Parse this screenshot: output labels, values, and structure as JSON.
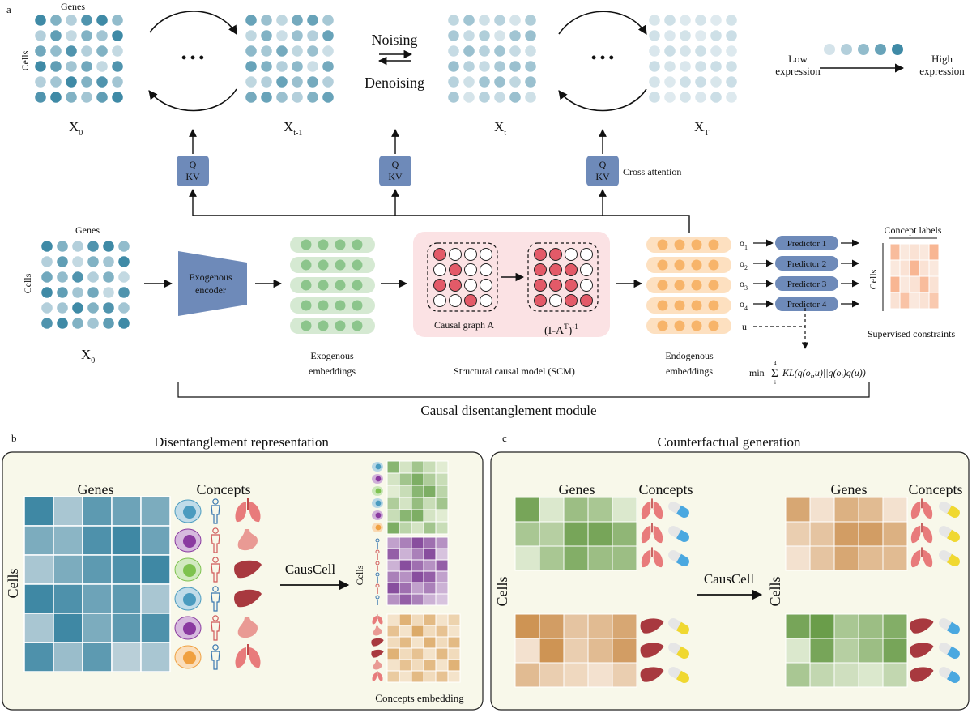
{
  "panels": {
    "a": {
      "letter": "a",
      "genes": "Genes",
      "cells": "Cells",
      "x0": "X",
      "x0_sub": "0",
      "xt1": "X",
      "xt1_sub": "t-1",
      "xt": "X",
      "xt_sub": "t",
      "xT": "X",
      "xT_sub": "T",
      "dots": "• • •",
      "noising": "Noising",
      "denoising": "Denoising",
      "low_expr_1": "Low",
      "low_expr_2": "expression",
      "high_expr_1": "High",
      "high_expr_2": "expression",
      "q": "Q",
      "kv": "KV",
      "cross_attention": "Cross attention",
      "exo_encoder_1": "Exogenous",
      "exo_encoder_2": "encoder",
      "exo_emb_1": "Exogenous",
      "exo_emb_2": "embeddings",
      "causal_graph": "Causal graph A",
      "inv_base": "(I-A",
      "inv_sup_t": "T",
      "inv_close": ")",
      "inv_sup_m1": "-1",
      "scm": "Structural causal model (SCM)",
      "endo_emb_1": "Endogenous",
      "endo_emb_2": "embeddings",
      "o": "o",
      "o_subs": [
        "1",
        "2",
        "3",
        "4"
      ],
      "u": "u",
      "predictors": [
        "Predictor 1",
        "Predictor 2",
        "Predictor 3",
        "Predictor 4"
      ],
      "concept_labels": "Concept labels",
      "supervised": "Supervised constraints",
      "min": "min",
      "sigma": "Σ",
      "sum_top": "4",
      "sum_bottom": "i",
      "kl_1": "KL(q(o",
      "kl_sub1": "i",
      "kl_2": ",u)||q(o",
      "kl_sub2": "i",
      "kl_3": ")q(u))",
      "module": "Causal disentanglement module"
    },
    "b": {
      "letter": "b",
      "title": "Disentanglement representation",
      "genes": "Genes",
      "concepts": "Concepts",
      "cells": "Cells",
      "causcell": "CausCell",
      "cells_small": "Cells",
      "concepts_embedding": "Concepts embedding"
    },
    "c": {
      "letter": "c",
      "title": "Counterfactual generation",
      "genes": "Genes",
      "concepts": "Concepts",
      "cells": "Cells",
      "causcell": "CausCell"
    }
  },
  "colors": {
    "teal_dark": "#3f8aa6",
    "teal_light": "#cfdee4",
    "node_blue": "#6e8ab9",
    "green": "#8cc58c",
    "orange": "#f7b46a",
    "red": "#e35a68",
    "scm_bg": "#fbe2e4",
    "panel_bg": "#f8f8ea"
  }
}
